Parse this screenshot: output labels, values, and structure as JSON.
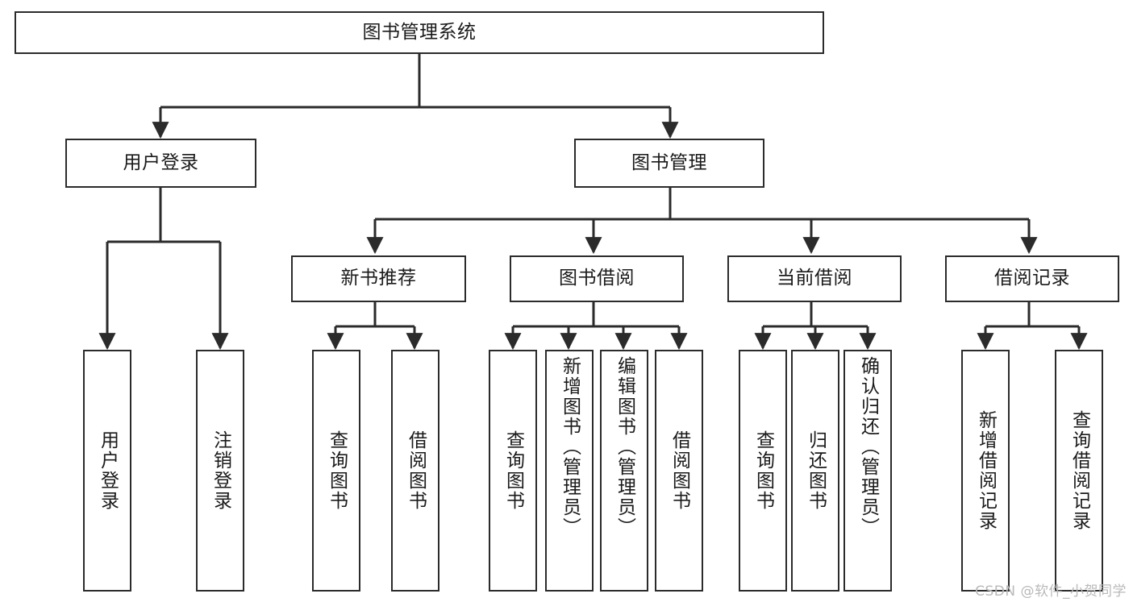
{
  "diagram": {
    "type": "tree-hierarchy-chart",
    "title": "图书管理系统",
    "watermark": "CSDN @软件_小贺同学",
    "colors": {
      "box_border": "#2b2b2b",
      "box_fill": "#ffffff",
      "connector": "#2b2b2b",
      "text": "#1a1a1a",
      "watermark": "#b9b9b9"
    },
    "nodes": {
      "root": {
        "label": "图书管理系统"
      },
      "level1": [
        {
          "id": "user-login",
          "label": "用户登录"
        },
        {
          "id": "book-management",
          "label": "图书管理"
        }
      ],
      "level2": [
        {
          "id": "new-book-recommend",
          "label": "新书推荐"
        },
        {
          "id": "book-borrow",
          "label": "图书借阅"
        },
        {
          "id": "current-borrow",
          "label": "当前借阅"
        },
        {
          "id": "borrow-record",
          "label": "借阅记录"
        }
      ],
      "leaves": {
        "user_login": [
          {
            "id": "leaf-user-login",
            "label": "用户登录"
          },
          {
            "id": "leaf-logout-login",
            "label": "注销登录"
          }
        ],
        "new_book_recommend": [
          {
            "id": "leaf-query-book-1",
            "label": "查询图书"
          },
          {
            "id": "leaf-borrow-book-1",
            "label": "借阅图书"
          }
        ],
        "book_borrow": [
          {
            "id": "leaf-query-book-2",
            "label": "查询图书"
          },
          {
            "id": "leaf-add-book",
            "label": "新增图书（管理员）"
          },
          {
            "id": "leaf-edit-book",
            "label": "编辑图书（管理员）"
          },
          {
            "id": "leaf-borrow-book-2",
            "label": "借阅图书"
          }
        ],
        "current_borrow": [
          {
            "id": "leaf-query-book-3",
            "label": "查询图书"
          },
          {
            "id": "leaf-return-book",
            "label": "归还图书"
          },
          {
            "id": "leaf-confirm-return",
            "label": "确认归还（管理员）"
          }
        ],
        "borrow_record": [
          {
            "id": "leaf-add-record",
            "label": "新增借阅记录"
          },
          {
            "id": "leaf-query-record",
            "label": "查询借阅记录"
          }
        ]
      }
    }
  }
}
